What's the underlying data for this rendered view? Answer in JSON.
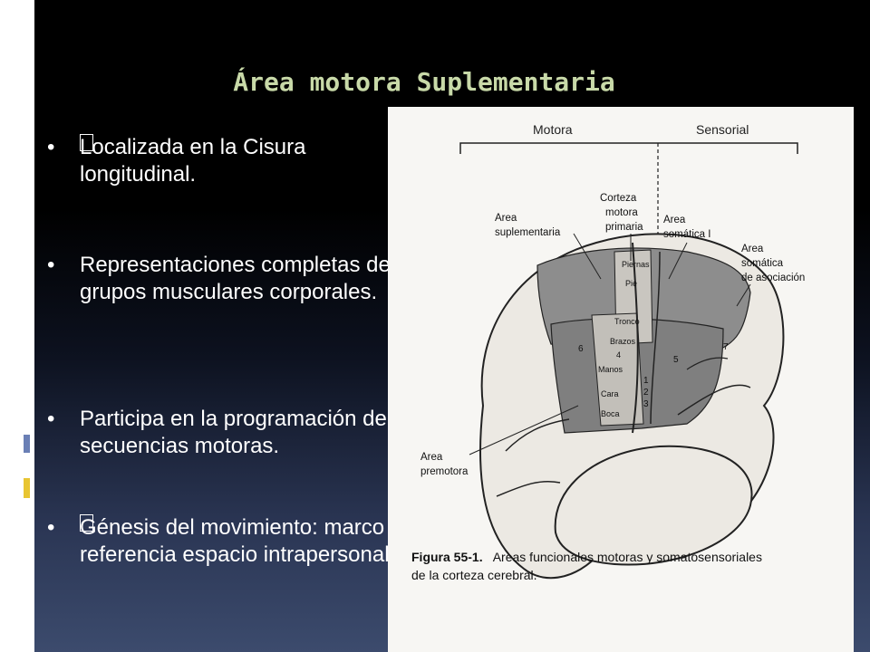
{
  "slide": {
    "title": "Área motora Suplementaria",
    "accent_color": "#c8d9a8",
    "bullets": [
      {
        "icon": "missing-glyph-box",
        "text": "Localizada en la Cisura longitudinal."
      },
      {
        "icon": "",
        "text": "Representaciones completas de grupos musculares corporales."
      },
      {
        "icon": "",
        "text": "Participa en la programación de secuencias motoras."
      },
      {
        "icon": "missing-glyph-box",
        "text": "Génesis del movimiento: marco de referencia espacio intrapersonal."
      }
    ]
  },
  "figure": {
    "header_left": "Motora",
    "header_right": "Sensorial",
    "labels": {
      "suplementaria": [
        "Area",
        "suplementaria"
      ],
      "primaria": [
        "Corteza",
        "motora",
        "primaria"
      ],
      "somatica1": [
        "Area",
        "somática I"
      ],
      "asociacion": [
        "Area",
        "somática",
        "de asociación"
      ],
      "premotora": [
        "Area",
        "premotora"
      ]
    },
    "body_parts": [
      "Piernas",
      "Pie",
      "Tronco",
      "Brazos",
      "4",
      "Manos",
      "Cara",
      "Boca"
    ],
    "area_numbers": [
      "6",
      "5",
      "7",
      "1",
      "2",
      "3"
    ],
    "caption_bold": "Figura 55-1.",
    "caption_text": "Areas funcionales motoras y somatosensoriales",
    "caption_line2": "de la corteza cerebral."
  }
}
